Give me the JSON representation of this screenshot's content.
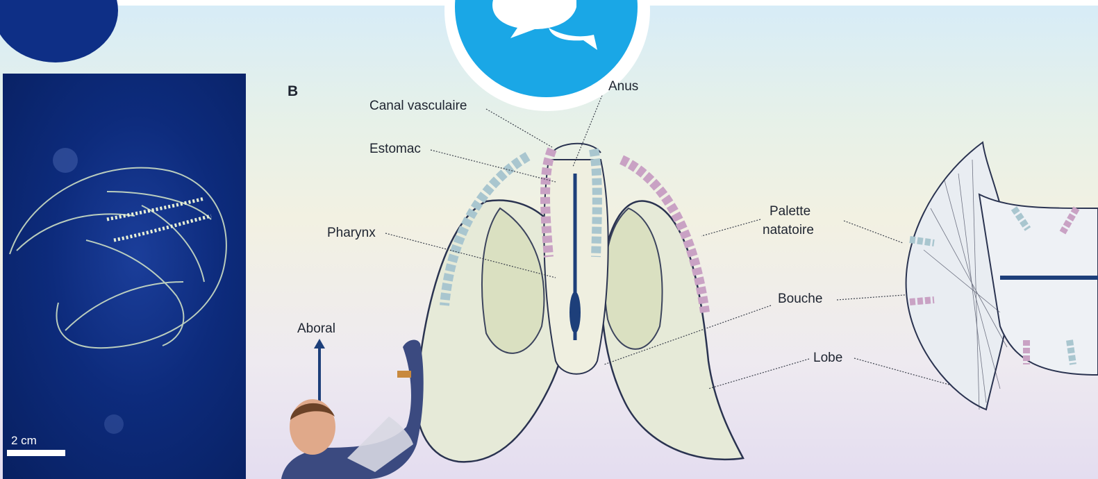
{
  "panel_letter": "B",
  "scale_label": "2 cm",
  "labels": {
    "canal": "Canal vasculaire",
    "anus": "Anus",
    "estomac": "Estomac",
    "pharynx": "Pharynx",
    "palette_line1": "Palette",
    "palette_line2": "natatoire",
    "bouche": "Bouche",
    "lobe": "Lobe",
    "aboral": "Aboral"
  },
  "icons": {
    "badge": "chat-bubbles-icon"
  },
  "colors": {
    "badge_blue": "#1aa7e6",
    "photo_blue": "#0d2b7c",
    "comb_pink": "#c88bb6",
    "comb_teal": "#8fc7cf"
  }
}
